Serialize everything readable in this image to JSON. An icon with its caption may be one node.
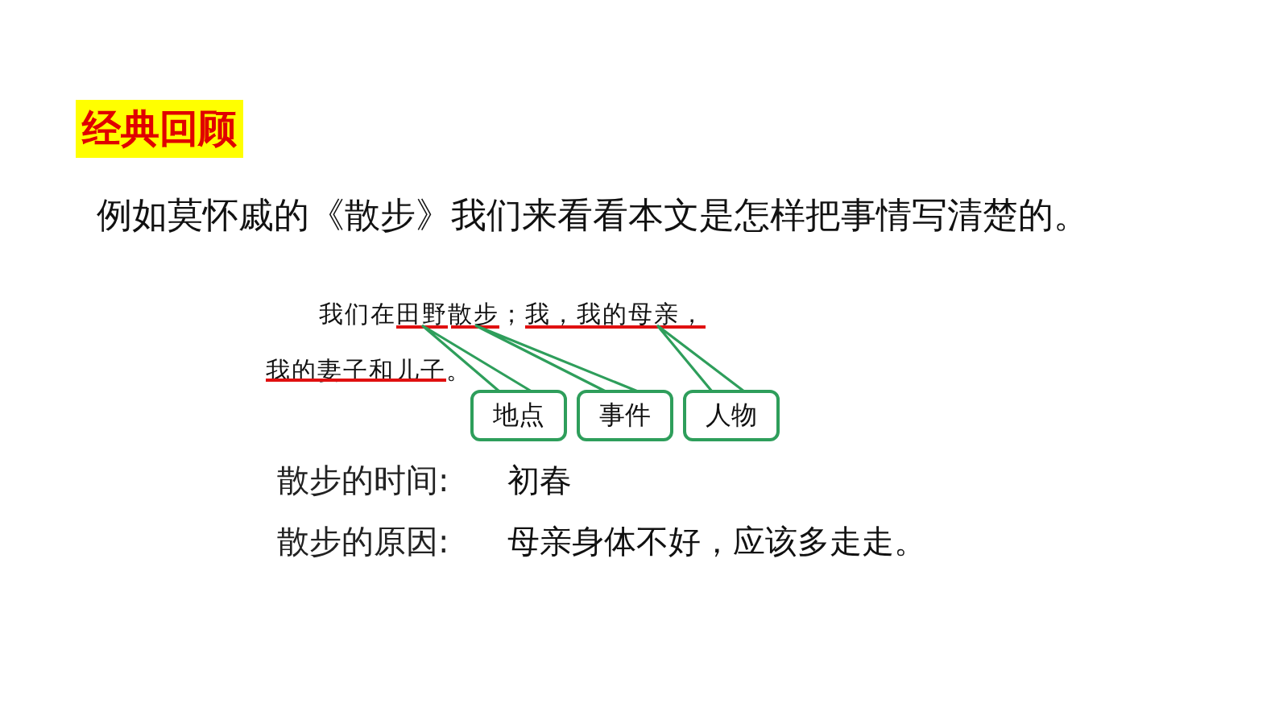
{
  "diagram": {
    "title": "经典回顾",
    "nodes": [
      {
        "text": [],
        "shape": "underline"
      },
      {
        "text": [],
        "shape": "underline"
      },
      {
        "text": [],
        "shape": "underline"
      },
      {
        "text": [],
        "shape": "underline"
      },
      {
        "text": [
          "地点"
        ]
      },
      {
        "text": [
          "事件"
        ]
      },
      {
        "text": [
          "人物"
        ]
      }
    ],
    "edges": [
      {
        "from": 4,
        "to": 0,
        "arrow": "none"
      },
      {
        "from": 5,
        "to": 1,
        "arrow": "none"
      },
      {
        "from": 6,
        "to": 2,
        "arrow": "none"
      }
    ],
    "labels": [
      "例如莫怀戚的《散步》我们来看看本文是怎样把事情写清楚的。",
      "我们在田野散步；我，我的母亲，我的妻子和儿子。",
      "散步的时间:",
      "初春",
      "散步的原因:",
      "母亲身体不好，应该多走走。"
    ]
  }
}
